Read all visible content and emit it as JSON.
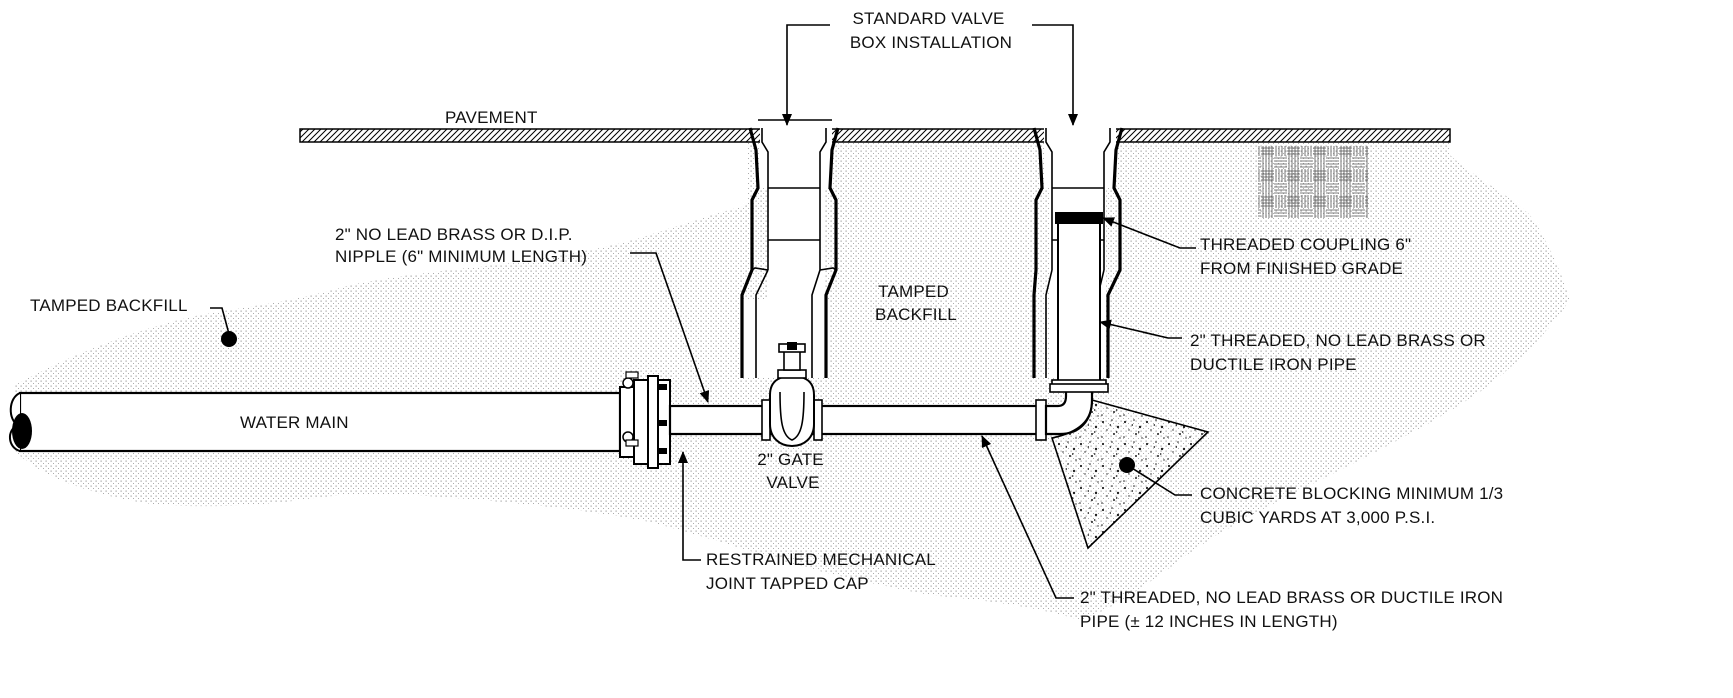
{
  "labels": {
    "standard_valve_box": [
      "STANDARD VALVE",
      "BOX INSTALLATION"
    ],
    "pavement": "PAVEMENT",
    "nipple": [
      "2\" NO LEAD BRASS OR D.I.P.",
      "NIPPLE (6\" MINIMUM LENGTH)"
    ],
    "tamped_backfill_left": "TAMPED BACKFILL",
    "tamped_backfill_center": [
      "TAMPED",
      "BACKFILL"
    ],
    "threaded_coupling": [
      "THREADED COUPLING 6\"",
      "FROM FINISHED GRADE"
    ],
    "threaded_pipe_vertical": [
      "2\" THREADED, NO LEAD BRASS OR",
      "DUCTILE IRON PIPE"
    ],
    "water_main": "WATER MAIN",
    "gate_valve": [
      "2\" GATE",
      "VALVE"
    ],
    "concrete_blocking": [
      "CONCRETE BLOCKING MINIMUM 1/3",
      "CUBIC YARDS AT 3,000 P.S.I."
    ],
    "restrained_cap": [
      "RESTRAINED MECHANICAL",
      "JOINT TAPPED CAP"
    ],
    "threaded_pipe_horizontal": [
      "2\" THREADED, NO LEAD BRASS OR DUCTILE IRON",
      "PIPE (± 12 INCHES IN LENGTH)"
    ]
  },
  "colors": {
    "line": "#000000",
    "soil_dots": "#8a8a8a",
    "pavement_hatch": "#000000",
    "background": "#ffffff"
  }
}
